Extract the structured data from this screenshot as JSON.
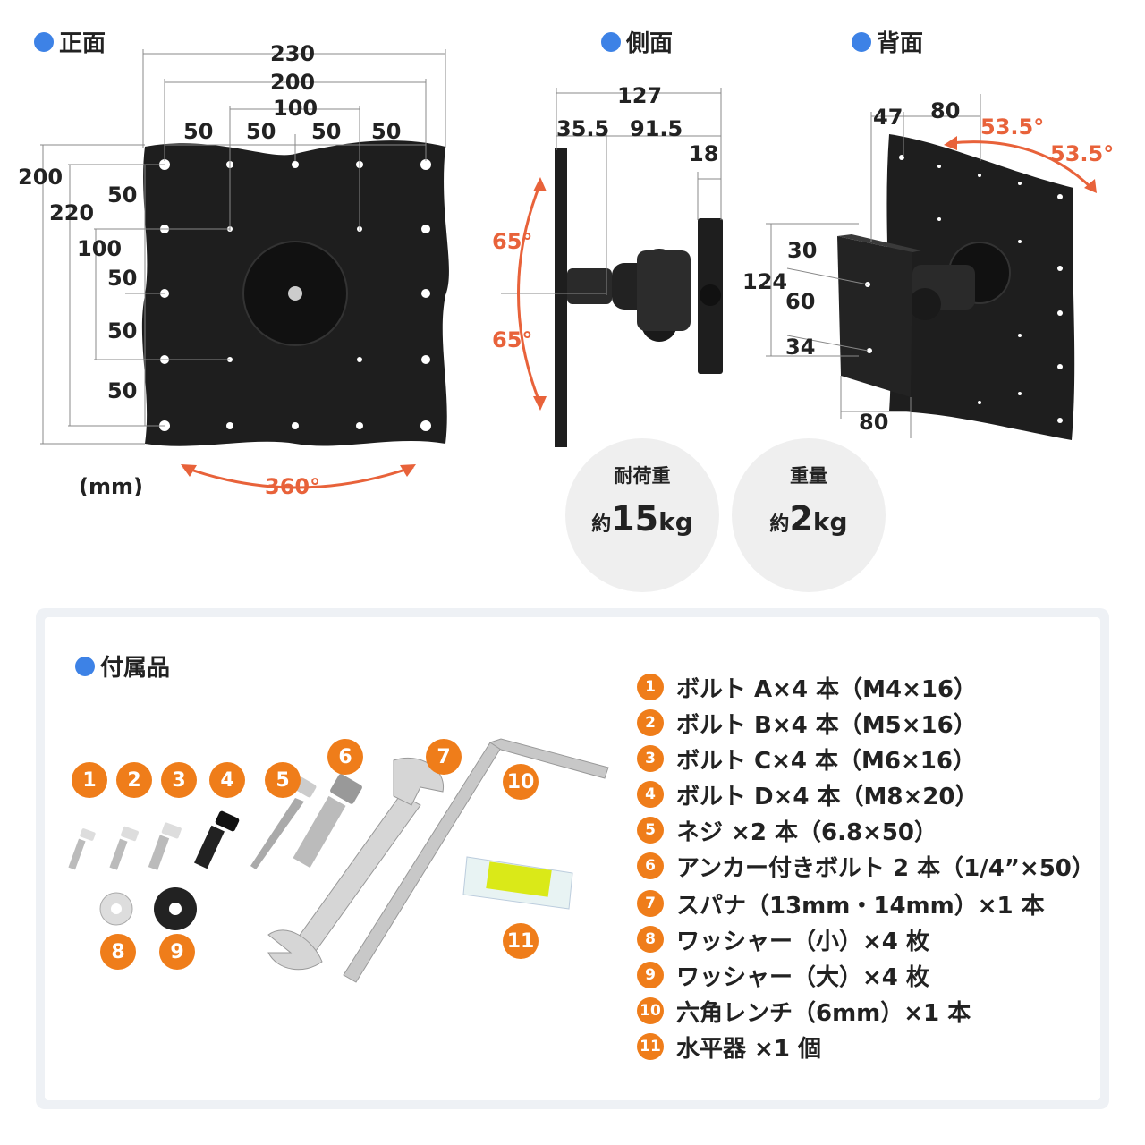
{
  "sections": {
    "front": "正面",
    "side": "側面",
    "back": "背面",
    "accessories": "付属品"
  },
  "front_dims": {
    "w230": "230",
    "w200": "200",
    "w100": "100",
    "w50a": "50",
    "w50b": "50",
    "w50c": "50",
    "w50d": "50",
    "h200": "200",
    "h220": "220",
    "h100": "100",
    "h50a": "50",
    "h50b": "50",
    "h50c": "50",
    "h50d": "50",
    "unit": "(mm)",
    "rotation": "360°"
  },
  "side_dims": {
    "total": "127",
    "a": "35.5",
    "b": "91.5",
    "c": "18",
    "tilt_up": "65°",
    "tilt_down": "65°"
  },
  "back_dims": {
    "d47": "47",
    "d80top": "80",
    "d30": "30",
    "d124": "124",
    "d60": "60",
    "d34": "34",
    "d80bottom": "80",
    "swivel_left": "53.5°",
    "swivel_right": "53.5°"
  },
  "badges": [
    {
      "label": "耐荷重",
      "prefix": "約",
      "number": "15",
      "unit": "kg"
    },
    {
      "label": "重量",
      "prefix": "約",
      "number": "2",
      "unit": "kg"
    }
  ],
  "accessories": [
    {
      "num": "1",
      "text": "ボルト A×4 本（M4×16）"
    },
    {
      "num": "2",
      "text": "ボルト B×4 本（M5×16）"
    },
    {
      "num": "3",
      "text": "ボルト C×4 本（M6×16）"
    },
    {
      "num": "4",
      "text": "ボルト D×4 本（M8×20）"
    },
    {
      "num": "5",
      "text": "ネジ ×2 本（6.8×50）"
    },
    {
      "num": "6",
      "text": "アンカー付きボルト 2 本（1/4”×50）"
    },
    {
      "num": "7",
      "text": "スパナ（13mm・14mm）×1 本"
    },
    {
      "num": "8",
      "text": "ワッシャー（小）×4 枚"
    },
    {
      "num": "9",
      "text": "ワッシャー（大）×4 枚"
    },
    {
      "num": "10",
      "text": "六角レンチ（6mm）×1 本"
    },
    {
      "num": "11",
      "text": "水平器 ×1 個"
    }
  ],
  "colors": {
    "accent_dot": "#3d82e6",
    "angle": "#e8623a",
    "badge_number": "#ef7d1a"
  }
}
